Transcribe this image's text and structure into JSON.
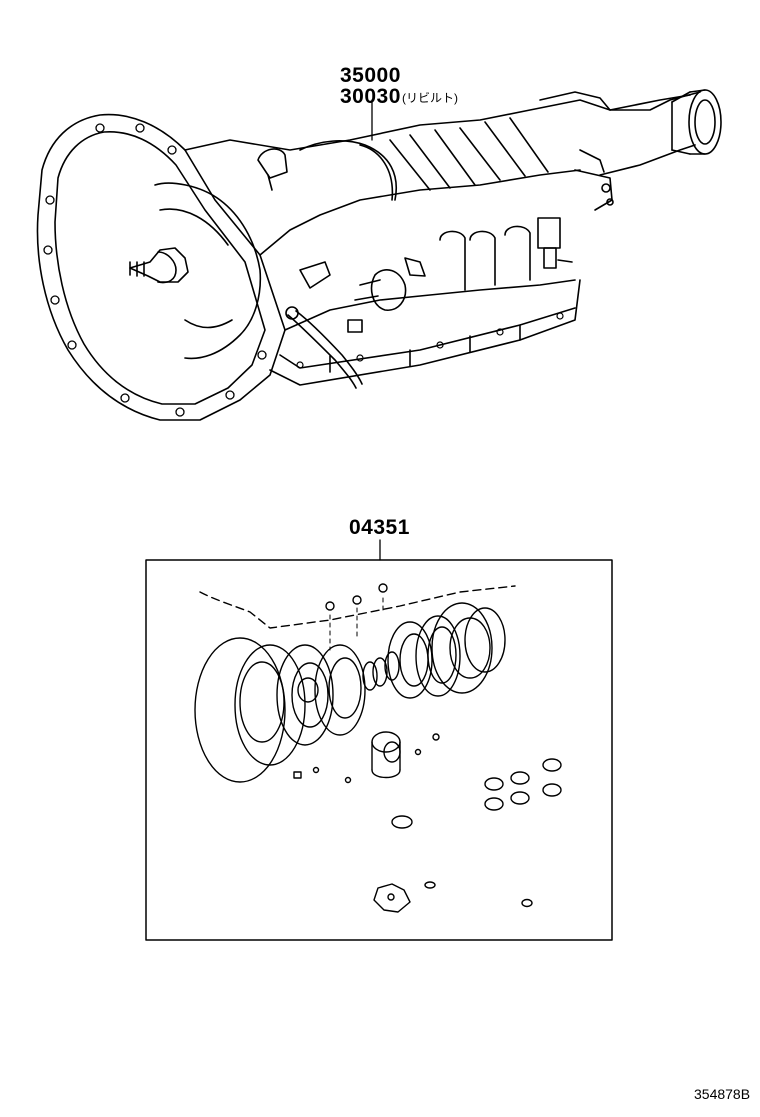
{
  "diagram": {
    "callouts": {
      "transmission_part_1": "35000",
      "transmission_part_2": "30030",
      "rebuilt_note": "(リビルト)",
      "gasket_kit": "04351"
    },
    "diagram_id": "354878B"
  }
}
